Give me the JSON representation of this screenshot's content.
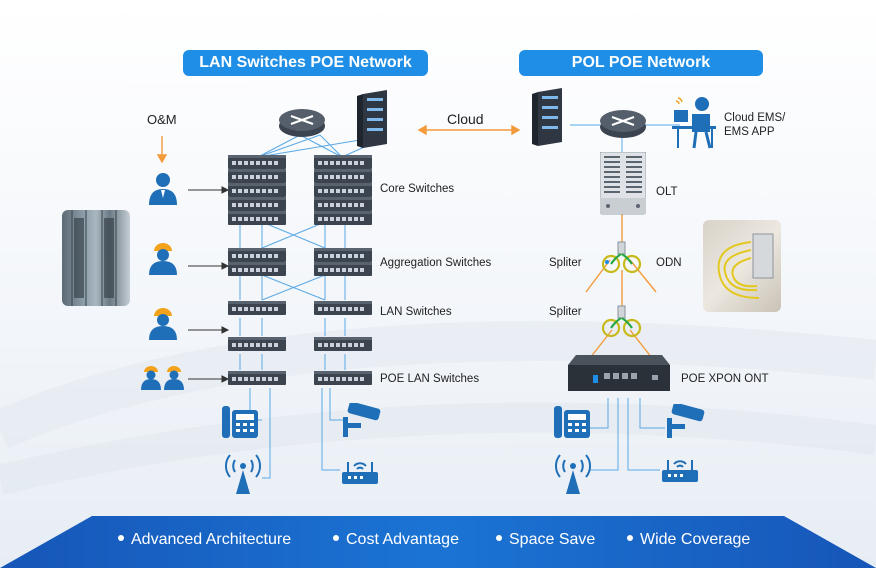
{
  "headers": {
    "lan": "LAN Switches POE Network",
    "pol": "POL POE Network"
  },
  "labels": {
    "om": "O&M",
    "cloud": "Cloud",
    "cloud_ems_1": "Cloud EMS/",
    "cloud_ems_2": "EMS APP",
    "core_switches": "Core Switches",
    "aggregation_switches": "Aggregation Switches",
    "lan_switches": "LAN Switches",
    "poe_lan_switches": "POE LAN Switches",
    "olt": "OLT",
    "spliter_1": "Spliter",
    "spliter_2": "Spliter",
    "odn": "ODN",
    "poe_xpon_ont": "POE XPON ONT"
  },
  "features": [
    "Advanced Architecture",
    "Cost Advantage",
    "Space Save",
    "Wide Coverage"
  ],
  "colors": {
    "accent": "#1f8ee6",
    "banner": "#1565c0",
    "fiber": "#f39a3a",
    "line": "#5aa9e6",
    "dark": "#2c3440",
    "icon_blue": "#1f6fb8"
  }
}
